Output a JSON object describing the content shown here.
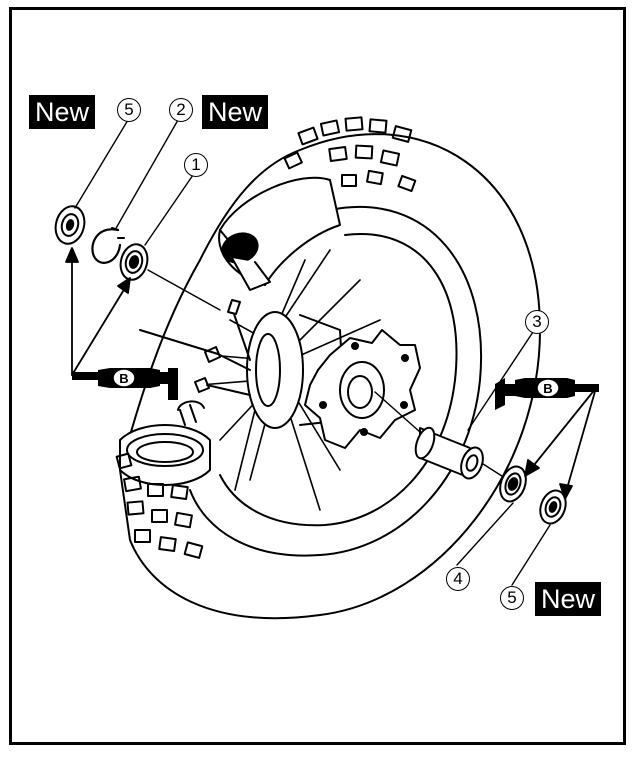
{
  "badges": {
    "new_top_left": "New",
    "new_top_right": "New",
    "new_bottom": "New"
  },
  "callouts": {
    "c1": "1",
    "c2": "2",
    "c3": "3",
    "c4": "4",
    "c5_top": "5",
    "c5_bottom": "5"
  },
  "tools": {
    "left_letter": "B",
    "right_letter": "B"
  },
  "colors": {
    "ink": "#000000",
    "paper": "#ffffff"
  }
}
